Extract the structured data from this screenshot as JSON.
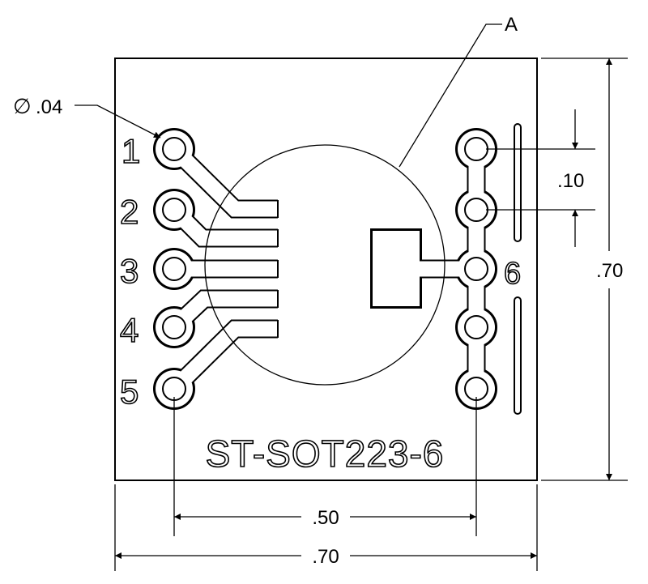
{
  "drawing": {
    "part_name": "ST-SOT223-6",
    "callout_letter": "A",
    "hole_diameter": ".04",
    "diameter_symbol": "∅",
    "pin_pitch": ".10",
    "board_height": ".70",
    "board_width": ".70",
    "row_spacing": ".50",
    "pin_labels": [
      "1",
      "2",
      "3",
      "4",
      "5",
      "6"
    ]
  },
  "colors": {
    "line": "#000000",
    "background": "#ffffff"
  }
}
